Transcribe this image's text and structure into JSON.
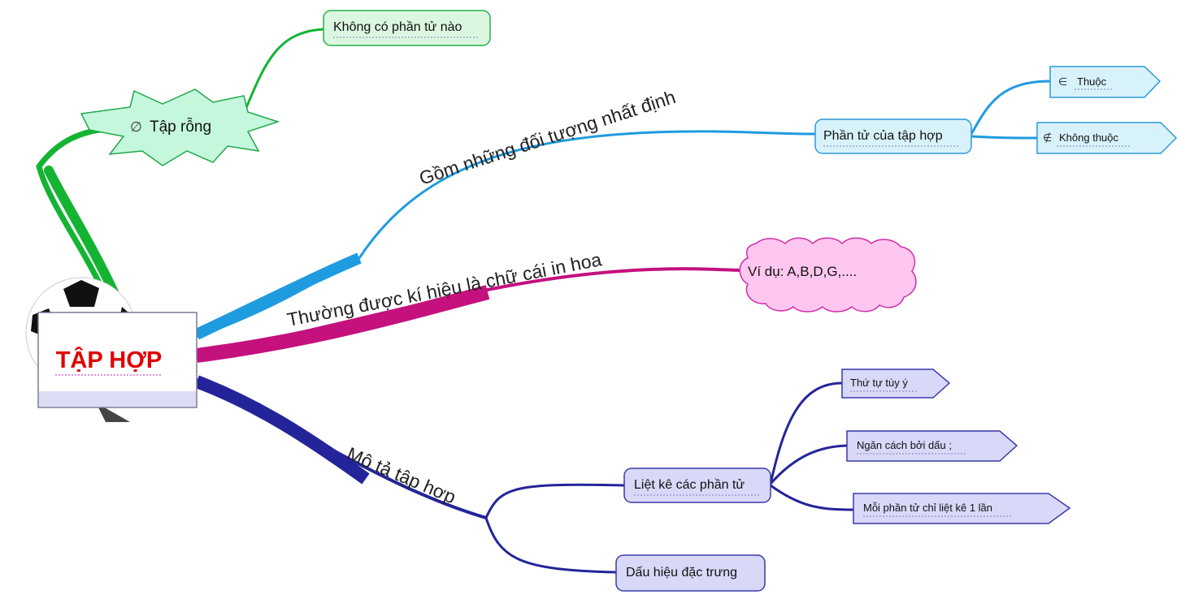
{
  "central": {
    "label": "TẬP HỢP"
  },
  "branches": {
    "objects": {
      "label": "Gồm những đối tượng nhất định",
      "child": {
        "label": "Phần tử của tập hợp"
      },
      "sub": [
        {
          "symbol": "∈",
          "label": "Thuộc"
        },
        {
          "symbol": "∉",
          "label": "Không thuộc"
        }
      ]
    },
    "notation": {
      "label": "Thường được kí hiệu là chữ cái in hoa",
      "child": {
        "label": "Ví dụ: A,B,D,G,...."
      }
    },
    "describe": {
      "label": "Mô tả tập hợp",
      "list": {
        "label": "Liệt kê các phần tử",
        "sub": [
          {
            "label": "Thứ tự tùy ý"
          },
          {
            "label": "Ngăn cách bởi dấu ;"
          },
          {
            "label": "Mỗi phần tử chỉ liệt kê 1 lần"
          }
        ]
      },
      "property": {
        "label": "Dấu hiệu đặc trưng"
      }
    },
    "empty": {
      "symbol": "∅",
      "label": "Tập rỗng",
      "child": {
        "label": "Không có phần tử nào"
      }
    }
  },
  "colors": {
    "green": "#14b433",
    "lightblue": "#1f9be0",
    "magenta": "#c4117e",
    "navy": "#24249a",
    "title_red": "#e00000"
  }
}
